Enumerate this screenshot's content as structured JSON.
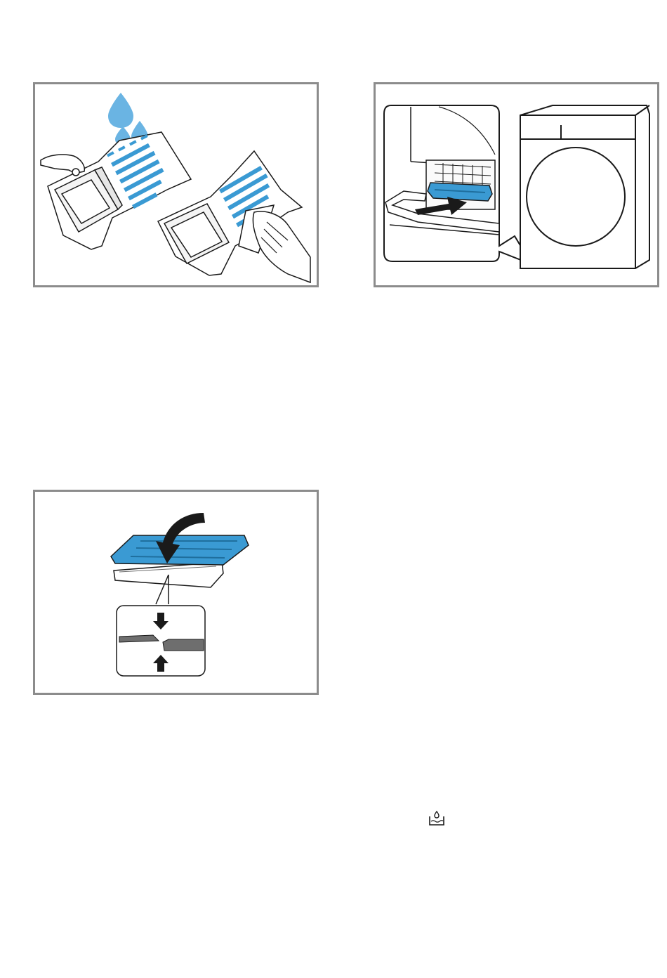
{
  "illustrations": [
    {
      "id": "panel-1",
      "icon": "filter-rinse-and-wipe-illustration",
      "colors": {
        "accent": "#3a9ad3",
        "drop": "#6ab4e3",
        "outline": "#1a1a1a"
      }
    },
    {
      "id": "panel-2",
      "icon": "filter-reinsert-into-dryer-illustration",
      "colors": {
        "accent": "#3a9ad3",
        "outline": "#1a1a1a"
      }
    },
    {
      "id": "panel-3",
      "icon": "filter-close-lid-illustration",
      "colors": {
        "accent": "#3a9ad3",
        "detail": "#6e6e6e",
        "outline": "#1a1a1a"
      }
    }
  ],
  "symbol": {
    "icon": "water-tank-icon"
  }
}
